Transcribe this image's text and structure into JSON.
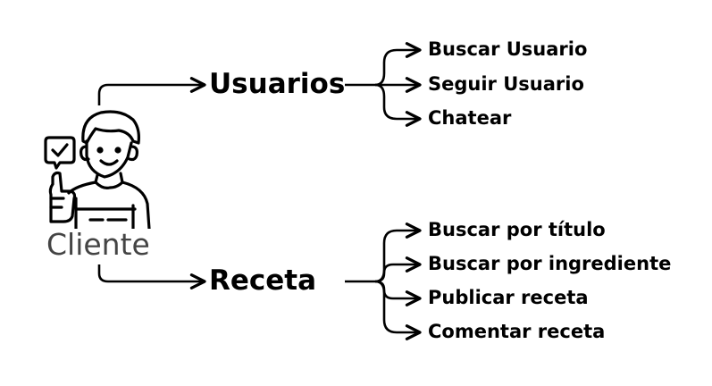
{
  "actor": {
    "label": "Cliente",
    "icon": "user-thumbs-up-icon"
  },
  "categories": [
    {
      "label": "Usuarios",
      "items": [
        "Buscar Usuario",
        "Seguir Usuario",
        "Chatear"
      ]
    },
    {
      "label": "Receta",
      "items": [
        "Buscar por título",
        "Buscar por ingrediente",
        "Publicar receta",
        "Comentar receta"
      ]
    }
  ],
  "colors": {
    "line": "#000000",
    "text": "#000000",
    "actor_text": "#444444"
  }
}
